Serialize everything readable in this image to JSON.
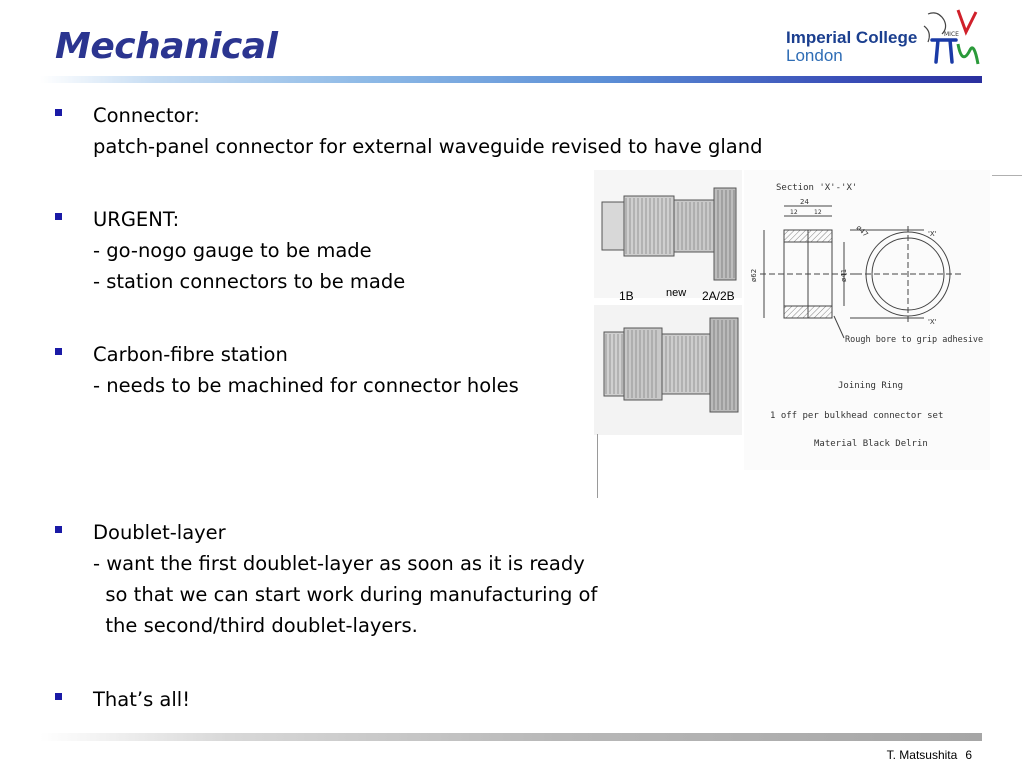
{
  "slide": {
    "title": "Mechanical",
    "logo": {
      "line1": "Imperial College",
      "line2": "London",
      "emblem_label": "MICE"
    },
    "bullets": [
      {
        "lines": [
          "Connector:",
          "patch-panel connector for external waveguide revised to have gland"
        ]
      },
      {
        "lines": [
          "URGENT:",
          "- go-nogo gauge to be made",
          "- station connectors to be made"
        ]
      },
      {
        "lines": [
          "Carbon-fibre station",
          "- needs to be machined for connector holes"
        ]
      },
      {
        "lines": [
          "Doublet-layer",
          "- want the first doublet-layer as soon as it is ready",
          "  so that we can start work during manufacturing of",
          "  the second/third doublet-layers."
        ]
      },
      {
        "lines": [
          "That’s all!"
        ]
      }
    ],
    "figure": {
      "label_1b": "1B",
      "label_new": "new",
      "label_2a2b": "2A/2B",
      "section_title": "Section 'X'-'X'",
      "dim_24": "24",
      "dim_12a": "12",
      "dim_12b": "12",
      "dim_d62": "ø62",
      "dim_d41": "ø41",
      "dim_d47": "ø47",
      "label_x_top": "'X'",
      "label_x_bottom": "'X'",
      "note_rough": "Rough bore to grip adhesive",
      "note_joining": "Joining Ring",
      "note_off": "1 off per bulkhead connector set",
      "note_material": "Material Black Delrin"
    },
    "footer": {
      "author": "T. Matsushita",
      "page": "6"
    }
  },
  "colors": {
    "title": "#2b3590",
    "bullet": "#1a1aa6",
    "logo_dark": "#1b3f8f",
    "logo_light": "#2f6db5"
  }
}
